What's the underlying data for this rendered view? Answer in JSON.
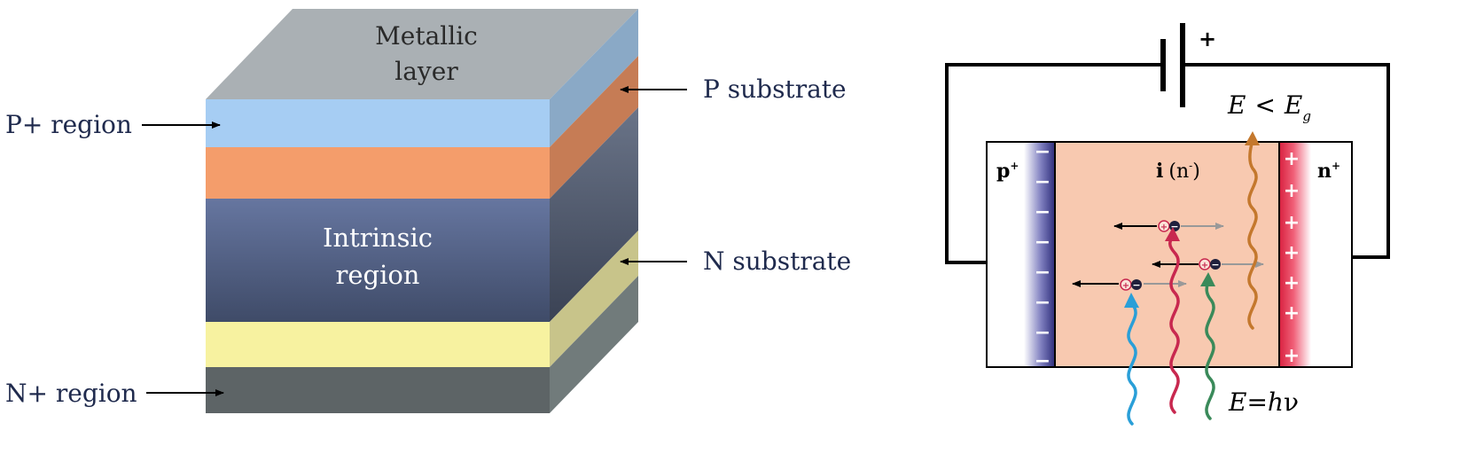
{
  "stack": {
    "layers": {
      "metallic_line1": "Metallic",
      "metallic_line2": "layer",
      "intrinsic_line1": "Intrinsic",
      "intrinsic_line2": "region"
    },
    "callouts": {
      "p_plus": "P+ region",
      "p_sub": "P substrate",
      "n_sub": "N substrate",
      "n_plus": "N+ region"
    },
    "colors": {
      "metal_top": "#aab0b4",
      "p_plus": "#a6cdf3",
      "p_plus_side": "#8aa9c6",
      "p_sub": "#f49d6b",
      "p_sub_side": "#c67c55",
      "intrinsic": "#566688",
      "intrinsic_side": "#4a566f",
      "n_sub": "#f7f2a0",
      "n_sub_side": "#c8c48a",
      "n_plus": "#5d6466",
      "n_plus_side": "#717b7b"
    }
  },
  "circuit": {
    "battery_plus": "+",
    "p_plus": "p",
    "p_plus_sup": "+",
    "n_plus": "n",
    "n_plus_sup": "+",
    "intrinsic_bold": "i",
    "intrinsic_paren": "(n",
    "intrinsic_sup": "-",
    "intrinsic_close": ")",
    "energy_low_E": "E",
    "energy_low_op": "<",
    "energy_low_Eg": "E",
    "energy_low_sub": "g",
    "energy_photon": "E",
    "energy_photon_eq": "=",
    "energy_photon_h": "h",
    "energy_photon_nu": "ν",
    "minus_sign": "−",
    "plus_sign": "+",
    "charge_plus": "+",
    "charge_minus": "−",
    "colors": {
      "device_fill": "#f8c9b0",
      "depletion_p": "#4a4a9c",
      "depletion_n": "#e0354e",
      "wire": "#000000",
      "photon_blue": "#2a9fd8",
      "photon_red": "#c8284f",
      "photon_green": "#3a8a5a",
      "photon_orange": "#c4782d"
    }
  }
}
